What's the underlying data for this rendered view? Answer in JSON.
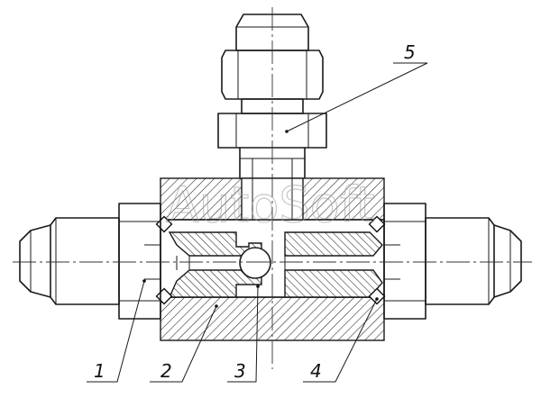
{
  "watermark": "AutoSoft",
  "callouts": [
    {
      "label": "1",
      "part": "fitting-body-end"
    },
    {
      "label": "2",
      "part": "housing"
    },
    {
      "label": "3",
      "part": "ball-valve"
    },
    {
      "label": "4",
      "part": "o-ring-seal"
    },
    {
      "label": "5",
      "part": "top-fitting"
    }
  ]
}
